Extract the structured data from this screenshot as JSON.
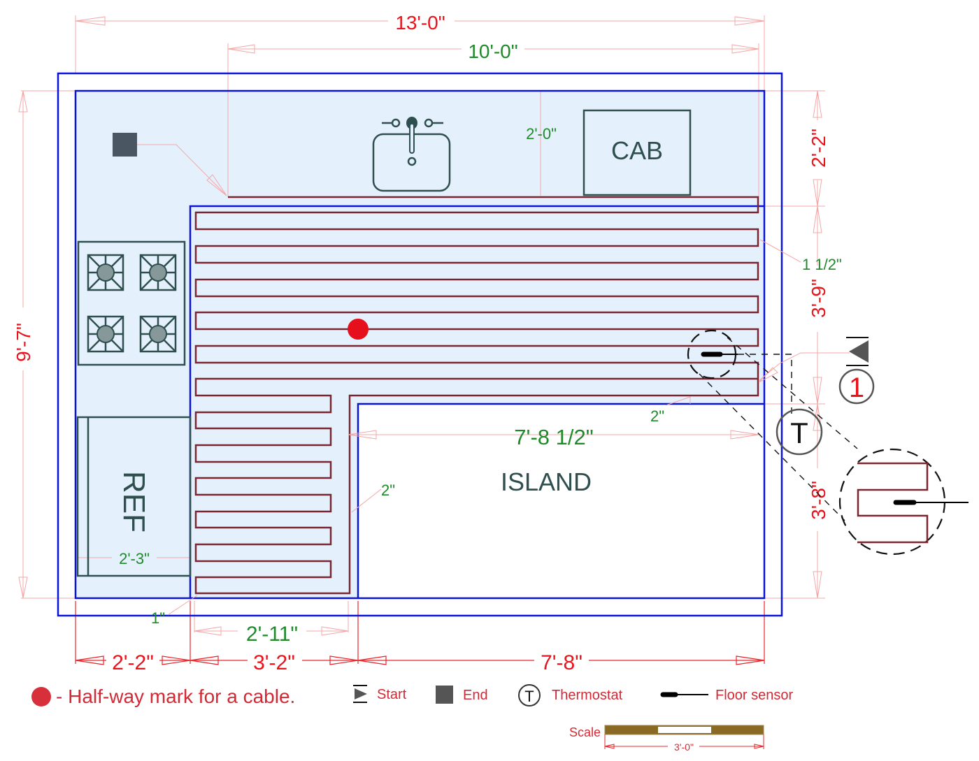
{
  "dimensions": {
    "overall_width": "13'-0\"",
    "heated_width": "10'-0\"",
    "overall_height": "9'-7\"",
    "right_top": "2'-2\"",
    "right_middle": "3'-9\"",
    "right_bottom": "3'-8\"",
    "bottom_left": "2'-2\"",
    "bottom_middle": "3'-2\"",
    "bottom_right": "7'-8\"",
    "lower_cable_width": "2'-11\"",
    "island_cable_width": "7'-8 1/2\"",
    "counter_depth": "2'-0\"",
    "fridge_depth": "2'-3\""
  },
  "clearances": {
    "cable_spacing": "1 1/2\"",
    "island_offset_top": "2\"",
    "island_offset_left": "2\"",
    "wall_offset": "1\""
  },
  "fixtures": {
    "cabinet": "CAB",
    "island": "ISLAND",
    "refrigerator": "REF"
  },
  "symbols": {
    "section_marker": "1",
    "thermostat": "T"
  },
  "legend": {
    "halfway_mark": "- Half-way mark for a cable.",
    "start": "Start",
    "end": "End",
    "thermostat_symbol": "T",
    "thermostat": "Thermostat",
    "floor_sensor": "Floor sensor"
  },
  "scale": {
    "label": "Scale",
    "length": "3'-0\""
  },
  "colors": {
    "wall": "#0a14d8",
    "cable": "#7a2630",
    "halfway_mark": "#e5101c",
    "dimension_primary": "#e8141c",
    "dimension_secondary": "#1f8a2a",
    "floor": "#e5f0fd",
    "scale_bar": "#8a6a22"
  }
}
